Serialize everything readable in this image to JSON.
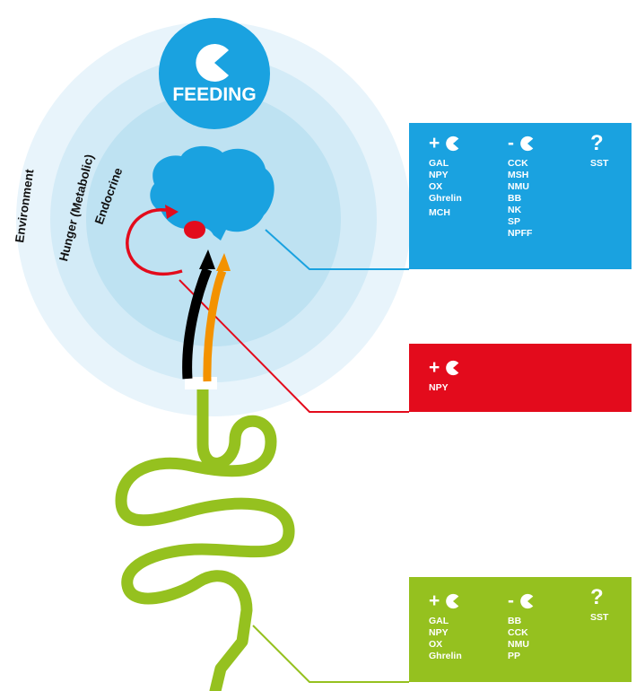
{
  "title": "FEEDING",
  "rings": {
    "environment": "Environment",
    "hunger": "Hunger (Metabolic)",
    "endocrine": "Endocrine"
  },
  "colors": {
    "blue": "#1aa2e0",
    "red": "#e30b1c",
    "green": "#95c11f",
    "orange": "#f39200",
    "ring_outer": "#e8f4fb",
    "ring_mid": "#d3ebf7",
    "ring_inner": "#bee2f2"
  },
  "icons": {
    "feeding": "pacman-icon",
    "stimulate": "plus-pacman-icon",
    "inhibit": "minus-pacman-icon",
    "unknown": "question-mark-icon"
  },
  "brain_box": {
    "plus_symbol": "+",
    "minus_symbol": "-",
    "question_symbol": "?",
    "stimulate": [
      "GAL",
      "NPY",
      "OX",
      "Ghrelin",
      "MCH"
    ],
    "inhibit": [
      "CCK",
      "MSH",
      "NMU",
      "BB",
      "NK",
      "SP",
      "NPFF"
    ],
    "unknown": [
      "SST"
    ]
  },
  "pituitary_box": {
    "plus_symbol": "+",
    "stimulate": [
      "NPY"
    ]
  },
  "gut_box": {
    "plus_symbol": "+",
    "minus_symbol": "-",
    "question_symbol": "?",
    "stimulate": [
      "GAL",
      "NPY",
      "OX",
      "Ghrelin"
    ],
    "inhibit": [
      "BB",
      "CCK",
      "NMU",
      "PP"
    ],
    "unknown": [
      "SST"
    ]
  }
}
